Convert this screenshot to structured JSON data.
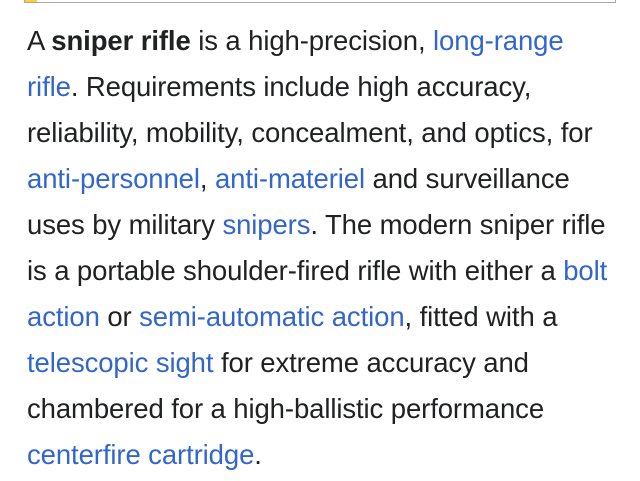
{
  "article": {
    "t_01": "A ",
    "subject_bold": "sniper rifle",
    "t_02": " is a high-precision, ",
    "link_long_range_rifle": "long-range rifle",
    "t_03": ". Requirements include high accuracy, reliability, mobility, concealment, and optics, for ",
    "link_anti_personnel": "anti-personnel",
    "t_04": ", ",
    "link_anti_materiel": "anti-materiel",
    "t_05": " and surveillance uses by military ",
    "link_snipers": "snipers",
    "t_06": ". The modern sniper rifle is a portable shoulder-fired rifle with either a ",
    "link_bolt_action": "bolt action",
    "t_07": " or ",
    "link_semi_automatic_action": "semi-automatic action",
    "t_08": ", fitted with a ",
    "link_telescopic_sight": "telescopic sight",
    "t_09": " for extreme accuracy and chambered for a high-ballistic performance ",
    "link_centerfire_cartridge": "centerfire cartridge",
    "t_10": "."
  },
  "colors": {
    "text": "#202122",
    "link": "#3366cc",
    "accent": "#ffcc33",
    "border": "#a2a9b1"
  }
}
